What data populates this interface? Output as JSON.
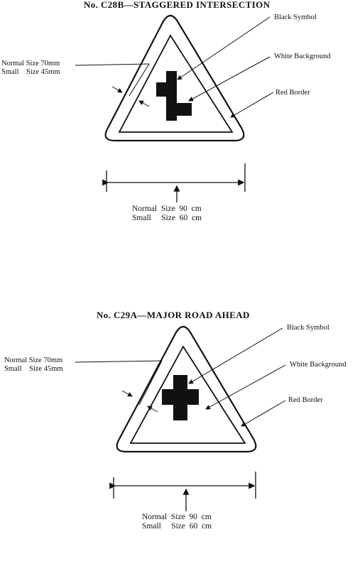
{
  "signs": [
    {
      "title": "No. C28B—STAGGERED INTERSECTION",
      "labels": {
        "symbol": "Black Symbol",
        "background": "White Background",
        "border": "Red Border"
      },
      "border_size": {
        "normal": "Normal Size 70mm",
        "small": "Small    Size 45mm"
      },
      "sign_size": {
        "normal": "Normal  Size  90  cm",
        "small": "Small     Size  60  cm"
      }
    },
    {
      "title": "No. C29A—MAJOR ROAD AHEAD",
      "labels": {
        "symbol": "Black Symbol",
        "background": "White Background",
        "border": "Red Border"
      },
      "border_size": {
        "normal": "Normal Size 70mm",
        "small": "Small    Size 45mm"
      },
      "sign_size": {
        "normal": "Normal  Size  90  cm",
        "small": "Small     Size  60  cm"
      }
    }
  ]
}
